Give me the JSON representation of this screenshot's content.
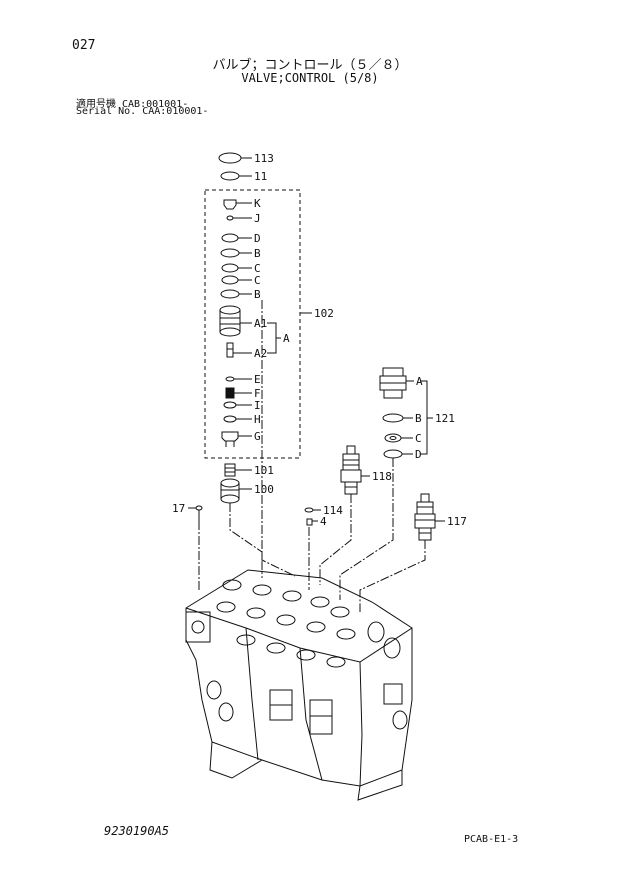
{
  "header": {
    "page_number": "027",
    "title_jp": "バルブ；コントロール（５／８）",
    "title_en": "VALVE;CONTROL (5/8)",
    "serial_line_1": "適用号機 CAB:001001-",
    "serial_line_2": "Serial No. CAA:010001-"
  },
  "callouts": {
    "p113": "113",
    "p11": "11",
    "pK": "K",
    "pJ": "J",
    "pD1": "D",
    "pB1": "B",
    "pC1": "C",
    "pC2": "C",
    "pB2": "B",
    "pA1": "A1",
    "pA2": "A2",
    "pA": "A",
    "pE": "E",
    "pF": "F",
    "pI": "I",
    "pH": "H",
    "pG": "G",
    "p102": "102",
    "p101": "101",
    "p100": "100",
    "p17": "17",
    "p114": "114",
    "p4": "4",
    "p118": "118",
    "p117": "117",
    "p121": "121",
    "rA": "A",
    "rB": "B",
    "rC": "C",
    "rD": "D"
  },
  "footer": {
    "doc_number": "9230190A5",
    "sheet_code": "PCAB-E1-3"
  }
}
